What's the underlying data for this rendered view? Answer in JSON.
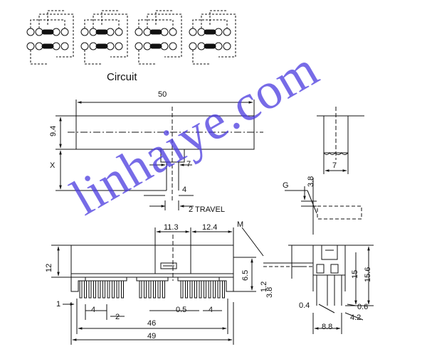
{
  "circuit": {
    "title": "Circuit",
    "switch_count": 4
  },
  "top_view": {
    "width_label": "50",
    "height_label": "9.4",
    "x_label": "X",
    "knob_label": "7",
    "travel_offset_label": "4",
    "travel_label": "2 TRAVEL"
  },
  "side_view": {
    "knob_width_label": "7"
  },
  "detail_g": {
    "g_label": "G",
    "dim_label": "3.8"
  },
  "front_view": {
    "label_113": "11.3",
    "label_124": "12.4",
    "label_m": "M",
    "label_12": "12",
    "label_65": "6.5",
    "label_12b": "1.2",
    "label_38": "3.8",
    "label_1": "1",
    "label_4a": "4",
    "label_2": "2",
    "label_05": "0.5",
    "label_4b": "4",
    "label_46": "46",
    "label_49": "49"
  },
  "end_view": {
    "label_15": "15",
    "label_156": "15.6",
    "label_04": "0.4",
    "label_06": "0.6",
    "label_42": "4.2",
    "label_88": "8.8"
  },
  "watermark": "linhaiye.com",
  "colors": {
    "line": "#111111",
    "watermark": "#4a3ae0"
  }
}
